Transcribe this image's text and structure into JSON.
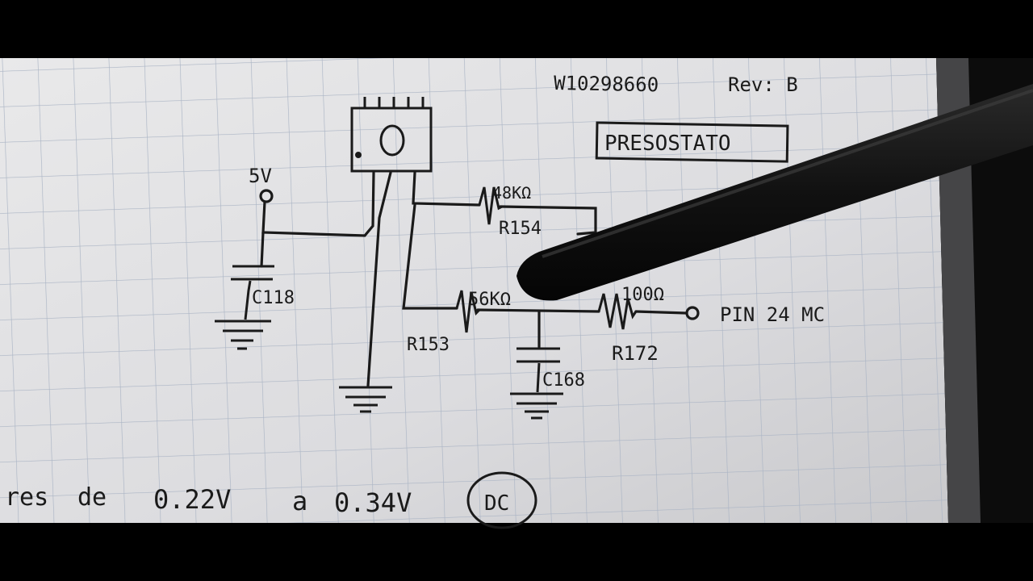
{
  "header": {
    "part_number": "W10298660",
    "revision": "Rev: B",
    "title": "PRESOSTATO"
  },
  "diagram": {
    "supply_label": "5V",
    "capacitors": [
      "C118",
      "C168"
    ],
    "resistors": [
      {
        "value": "48KΩ",
        "name": "R154"
      },
      {
        "value": "56KΩ",
        "name": "R153"
      },
      {
        "value": "100Ω",
        "name": "R172"
      }
    ],
    "output_label": "PIN 24 MC"
  },
  "footer": {
    "note_prefix": "res",
    "note_de": "de",
    "note_v1": "0.22V",
    "note_a": "a",
    "note_v2": "0.34V",
    "note_circled": "DC"
  }
}
